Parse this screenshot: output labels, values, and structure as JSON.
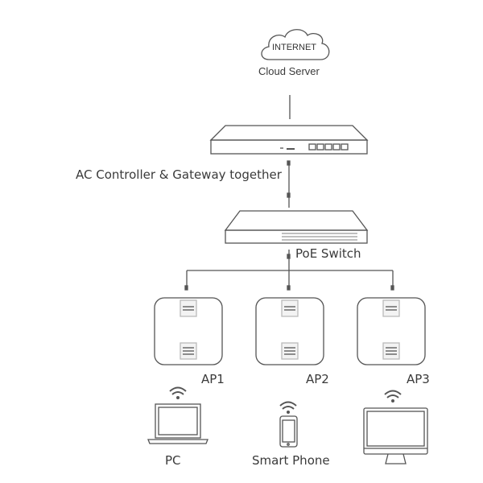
{
  "cloud": {
    "inside_label": "INTERNET",
    "caption": "Cloud Server"
  },
  "gateway": {
    "caption": "AC Controller & Gateway together"
  },
  "switch": {
    "caption": "PoE Switch"
  },
  "access_points": [
    {
      "label": "AP1"
    },
    {
      "label": "AP2"
    },
    {
      "label": "AP3"
    }
  ],
  "clients": [
    {
      "label": "PC",
      "device": "laptop"
    },
    {
      "label": "Smart Phone",
      "device": "smartphone"
    },
    {
      "label": "",
      "device": "desktop-monitor"
    }
  ]
}
